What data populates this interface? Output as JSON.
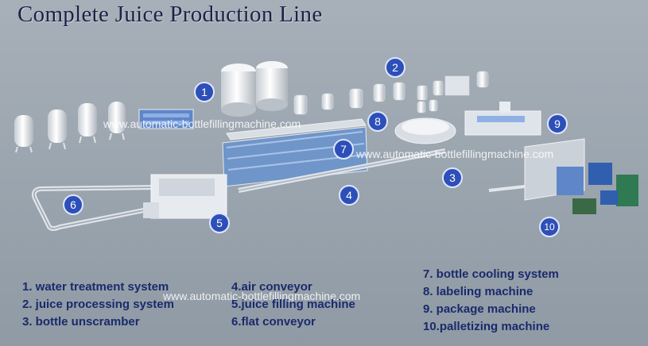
{
  "title": "Complete Juice Production Line",
  "watermark": "www.automatic-bottlefillingmachine.com",
  "markers": [
    "1",
    "2",
    "3",
    "4",
    "5",
    "6",
    "7",
    "8",
    "9",
    "10"
  ],
  "legend": {
    "col1": [
      "1. water treatment system",
      "2. juice processing system",
      "3. bottle unscramber"
    ],
    "col2": [
      "4.air conveyor",
      "5.juice filling machine",
      "6.flat conveyor"
    ],
    "col3": [
      "7. bottle cooling system",
      "8. labeling machine",
      "9. package machine",
      "10.palletizing machine"
    ]
  },
  "colors": {
    "marker": "#2d4fb8",
    "legend_text": "#1a2a6c",
    "background": "#95a0aa",
    "title": "#1d2246"
  }
}
